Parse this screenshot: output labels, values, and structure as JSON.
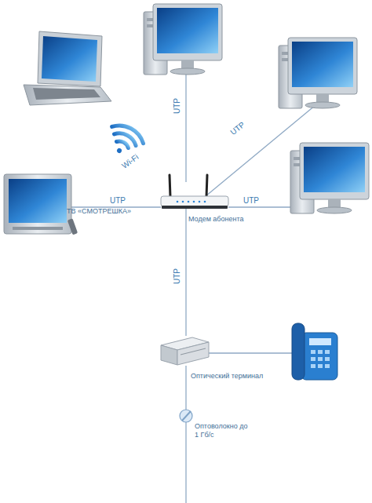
{
  "diagram": {
    "nodes": [
      {
        "text": [
          "ТВ «СМОТРЕШКА»"
        ]
      },
      {
        "text": [
          "Модем абонента"
        ]
      },
      {
        "text": [
          "Оптический терминал"
        ]
      },
      {
        "text": [
          "Оптоволокно до 1 Гб/с"
        ]
      }
    ],
    "edges": [
      {
        "from": 0,
        "to": 1,
        "arrow": "none",
        "label": "UTP"
      },
      {
        "from": 1,
        "to": 2,
        "arrow": "none",
        "label": "UTP"
      },
      {
        "from": 2,
        "to": 3,
        "arrow": "none"
      }
    ],
    "labels": [
      "UTP",
      "UTP",
      "Wi-Fi",
      "UTP"
    ]
  }
}
